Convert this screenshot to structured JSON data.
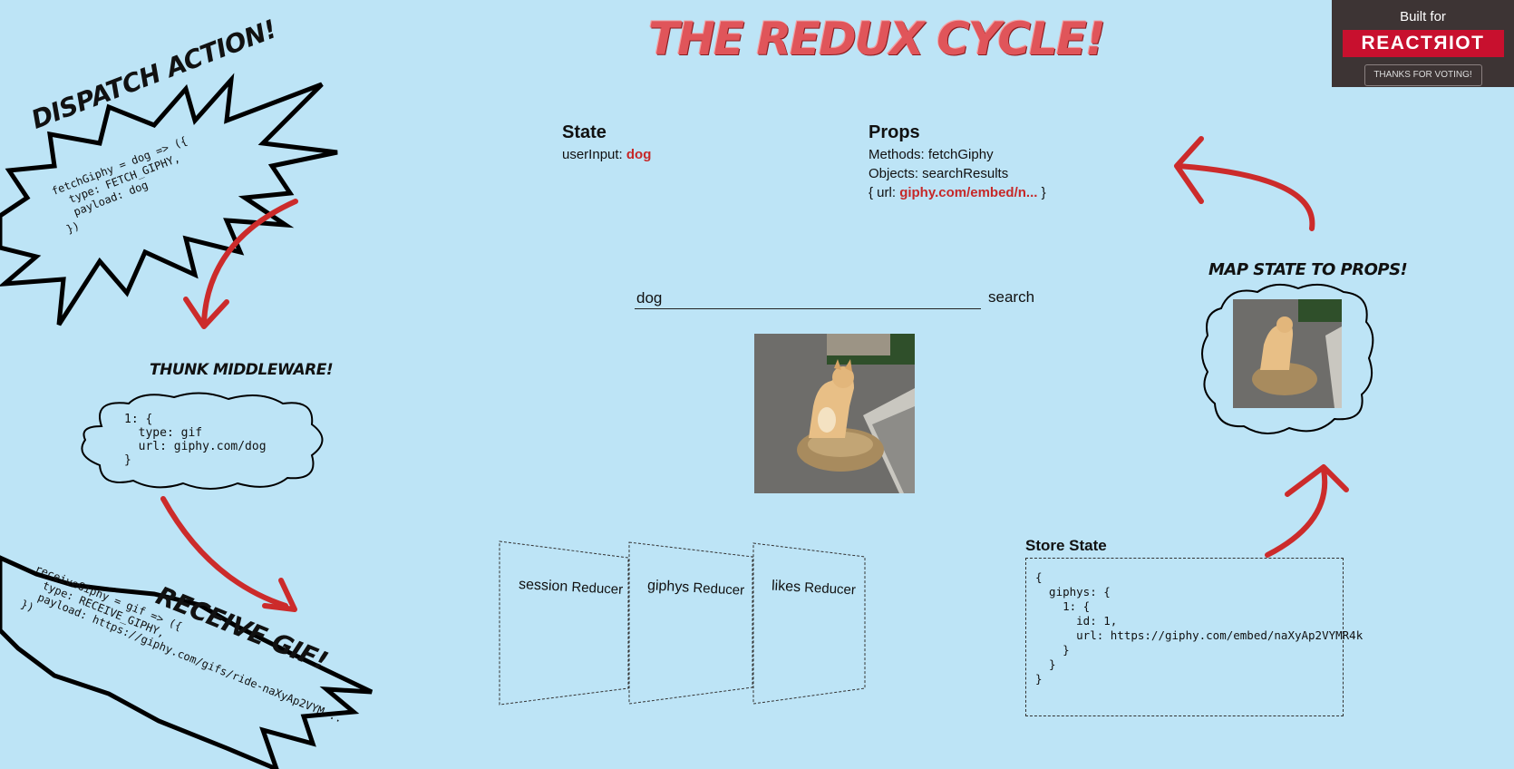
{
  "title": "THE REDUX CYCLE!",
  "badge": {
    "built_for": "Built for",
    "brand": "REACTЯIOT",
    "vote": "THANKS FOR VOTING!"
  },
  "state": {
    "heading": "State",
    "label": "userInput:",
    "value": "dog"
  },
  "props": {
    "heading": "Props",
    "methods": "Methods: fetchGiphy",
    "objects": "Objects: searchResults",
    "url_open": "{ url:",
    "url_value": "giphy.com/embed/n...",
    "url_close": "}"
  },
  "search": {
    "value": "dog",
    "button": "search"
  },
  "dispatch": {
    "title": "DISPATCH ACTION!",
    "code": "fetchGiphy = dog => ({\n  type: FETCH_GIPHY,\n  payload: dog\n})"
  },
  "thunk": {
    "title": "THUNK MIDDLEWARE!",
    "code": "1: {\n  type: gif\n  url: giphy.com/dog\n}"
  },
  "receive": {
    "title": "RECEIVE GIF!",
    "code": "receiveGiphy = gif => ({\n  type: RECEIVE_GIPHY,\n  payload: https://giphy.com/gifs/ride-naXyAp2VYM...\n})"
  },
  "map_state": {
    "title": "MAP STATE TO PROPS!"
  },
  "reducers": [
    {
      "name": "session",
      "suffix": "Reducer"
    },
    {
      "name": "giphys",
      "suffix": "Reducer"
    },
    {
      "name": "likes",
      "suffix": "Reducer"
    }
  ],
  "store": {
    "title": "Store State",
    "code": "{\n  giphys: {\n    1: {\n      id: 1,\n      url: https://giphy.com/embed/naXyAp2VYMR4k\n    }\n  }\n}"
  },
  "colors": {
    "background": "#bde4f6",
    "accent": "#cc2b2b",
    "title": "#e0555a"
  }
}
